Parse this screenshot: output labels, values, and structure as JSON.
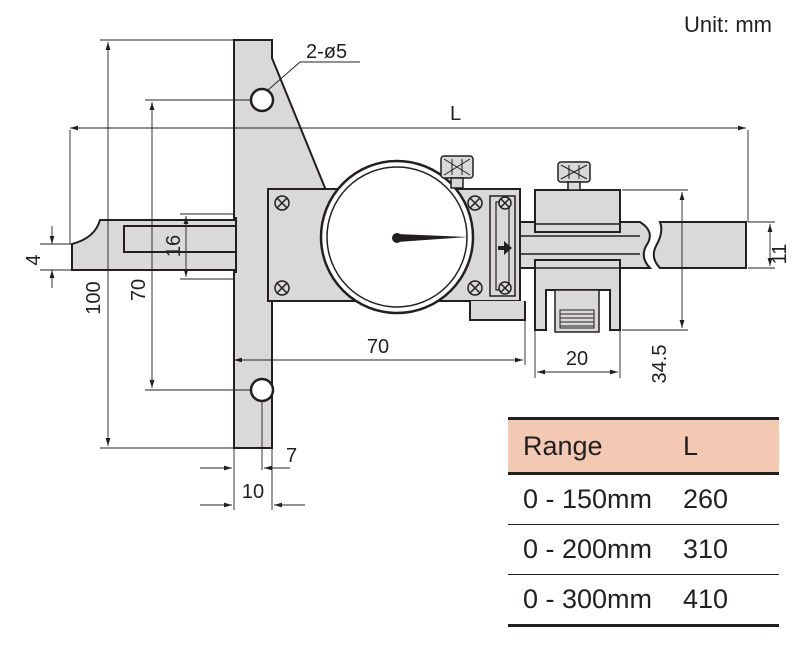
{
  "unit_label": "Unit: mm",
  "dimensions": {
    "hole_callout": "2-ø5",
    "overall_length": "L",
    "rod_height": "11",
    "tip_height": "4",
    "base_height_outer": "100",
    "hole_spacing": "70",
    "slot_height": "16",
    "body_width": "70",
    "clamp_width": "20",
    "clamp_height": "34.5",
    "flange_width": "10",
    "flange_offset": "7"
  },
  "range_table": {
    "headers": [
      "Range",
      "L"
    ],
    "rows": [
      {
        "range": "0 - 150mm",
        "L": "260"
      },
      {
        "range": "0 - 200mm",
        "L": "310"
      },
      {
        "range": "0 - 300mm",
        "L": "410"
      }
    ]
  },
  "colors": {
    "part_fill": "#d9d9d9",
    "line": "#231f20",
    "table_header": "#f3c9b3"
  }
}
